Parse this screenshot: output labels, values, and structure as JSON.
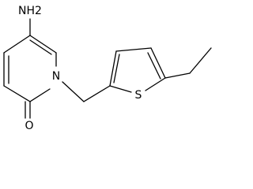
{
  "molecule": {
    "atoms": {
      "amine": "NH2",
      "ring_nitrogen": "N",
      "carbonyl_oxygen": "O",
      "thiophene_sulfur": "S"
    },
    "colors": {
      "bond": "#000000",
      "background": "#ffffff",
      "text": "#000000"
    }
  }
}
